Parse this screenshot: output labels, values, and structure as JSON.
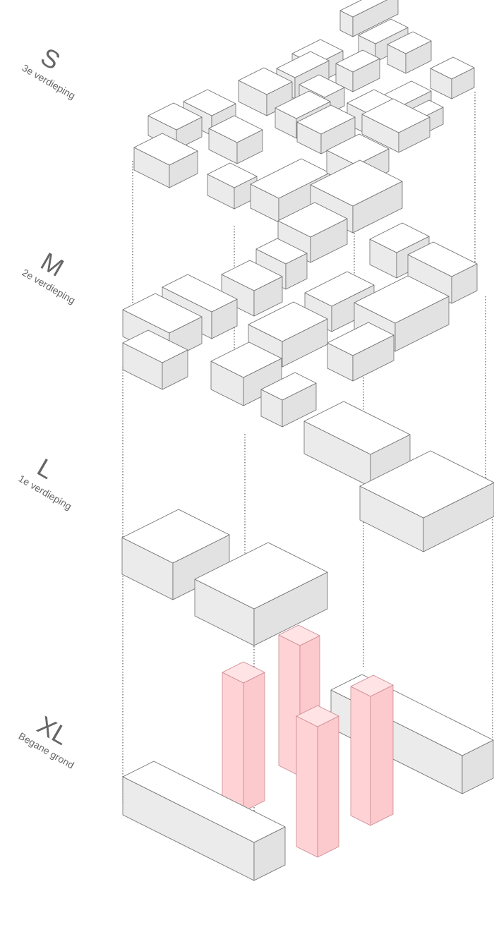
{
  "levels": [
    {
      "code": "S",
      "name": "3e verdieping"
    },
    {
      "code": "M",
      "name": "2e verdieping"
    },
    {
      "code": "L",
      "name": "1e verdieping"
    },
    {
      "code": "XL",
      "name": "Begane grond"
    }
  ],
  "colors": {
    "block_top": "#ffffff",
    "block_left": "#ebebeb",
    "block_right": "#e2e2e2",
    "edge": "#6e6e6e",
    "tower_top": "#ffe3e5",
    "tower_left": "#ffd3d6",
    "tower_right": "#fcc9cd",
    "tower_edge": "#c9898f",
    "guide": "#222222",
    "label": "#666666"
  }
}
